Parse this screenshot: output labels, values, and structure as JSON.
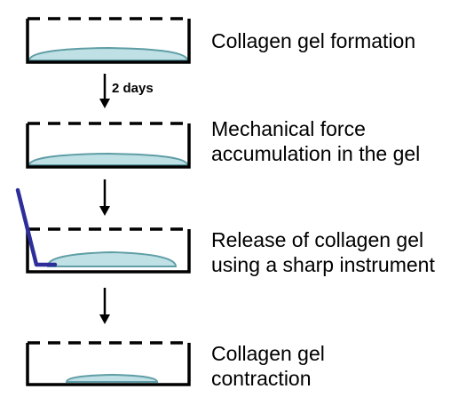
{
  "colors": {
    "gel_fill": "#bfe0e4",
    "gel_outline": "#5f9ea6",
    "dish_line": "#000000",
    "instrument": "#2e2e9a"
  },
  "arrow_note": "2 days",
  "steps": [
    {
      "lines": [
        "Collagen gel formation"
      ]
    },
    {
      "lines": [
        "Mechanical force",
        "accumulation in the gel"
      ]
    },
    {
      "lines": [
        "Release of collagen gel",
        "using a sharp instrument"
      ]
    },
    {
      "lines": [
        "Collagen gel",
        "contraction"
      ]
    }
  ]
}
